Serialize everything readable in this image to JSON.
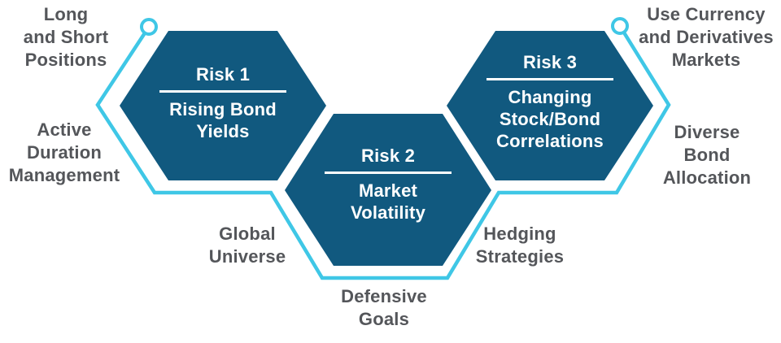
{
  "diagram": {
    "title": "Risk hexagon diagram",
    "colors": {
      "hexagon_fill": "#11597F",
      "accent_line": "#3FC7E6",
      "label_text": "#54565A",
      "hexagon_text": "#FFFFFF",
      "background": "#FFFFFF"
    },
    "hexagons": [
      {
        "id": "risk-1",
        "title": "Risk 1",
        "lines": [
          "Rising Bond",
          "Yields"
        ]
      },
      {
        "id": "risk-2",
        "title": "Risk 2",
        "lines": [
          "Market",
          "Volatility"
        ]
      },
      {
        "id": "risk-3",
        "title": "Risk 3",
        "lines": [
          "Changing",
          "Stock/Bond",
          "Correlations"
        ]
      }
    ],
    "labels": [
      {
        "id": "long-short-positions",
        "lines": [
          "Long",
          "and Short",
          "Positions"
        ]
      },
      {
        "id": "active-duration-management",
        "lines": [
          "Active",
          "Duration",
          "Management"
        ]
      },
      {
        "id": "global-universe",
        "lines": [
          "Global",
          "Universe"
        ]
      },
      {
        "id": "defensive-goals",
        "lines": [
          "Defensive",
          "Goals"
        ]
      },
      {
        "id": "hedging-strategies",
        "lines": [
          "Hedging",
          "Strategies"
        ]
      },
      {
        "id": "diverse-bond-allocation",
        "lines": [
          "Diverse",
          "Bond",
          "Allocation"
        ]
      },
      {
        "id": "use-currency-derivatives-markets",
        "lines": [
          "Use Currency",
          "and Derivatives",
          "Markets"
        ]
      }
    ]
  }
}
